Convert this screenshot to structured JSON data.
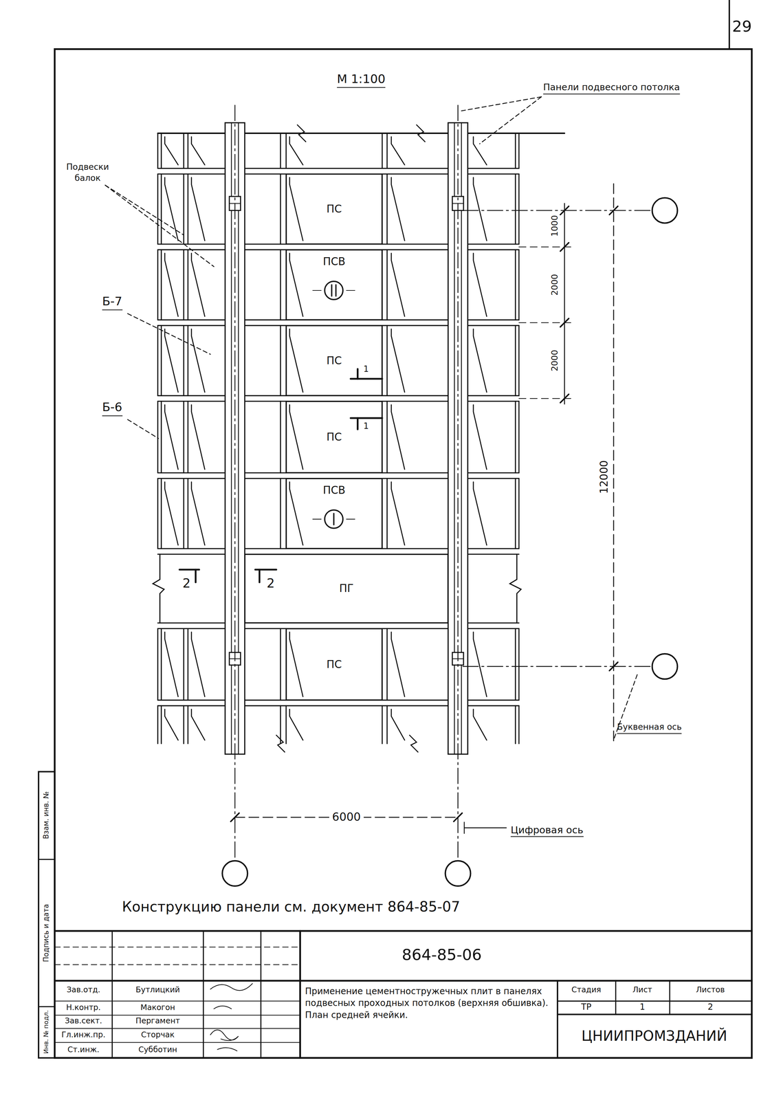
{
  "diagram": {
    "nodes": [
      {
        "text": [
          "ПС"
        ]
      },
      {
        "text": [
          "ПСВ"
        ]
      },
      {
        "text": [
          "ПС"
        ]
      },
      {
        "text": [
          "ПС"
        ]
      },
      {
        "text": [
          "ПСВ"
        ]
      },
      {
        "text": [
          "ПГ"
        ]
      },
      {
        "text": [
          "ПС"
        ]
      }
    ],
    "labels": [
      "29",
      "М 1:100",
      "Панели подвесного потолка",
      "Подвески балок",
      "Б-7",
      "Б-6",
      "1000",
      "2000",
      "2000",
      "12000",
      "6000",
      "Цифровая ось",
      "Буквенная ось",
      "1",
      "1",
      "2",
      "2",
      "Конструкцию панели см. документ 864-85-07",
      "864-85-06",
      "Зав.отд.",
      "Бутлицкий",
      "Н.контр.",
      "Макогон",
      "Зав.сект.",
      "Пергамент",
      "Гл.инж.пр.",
      "Сторчак",
      "Ст.инж.",
      "Субботин",
      "Применение цементностружечных плит в панелях подвесных проходных потолков (верхняя обшивка). План средней ячейки.",
      "Стадия",
      "Лист",
      "Листов",
      "ТР",
      "1",
      "2",
      "ЦНИИПРОМЗДАНИЙ",
      "Инв. № подл.",
      "Подпись и дата",
      "Взам. инв. №"
    ]
  }
}
